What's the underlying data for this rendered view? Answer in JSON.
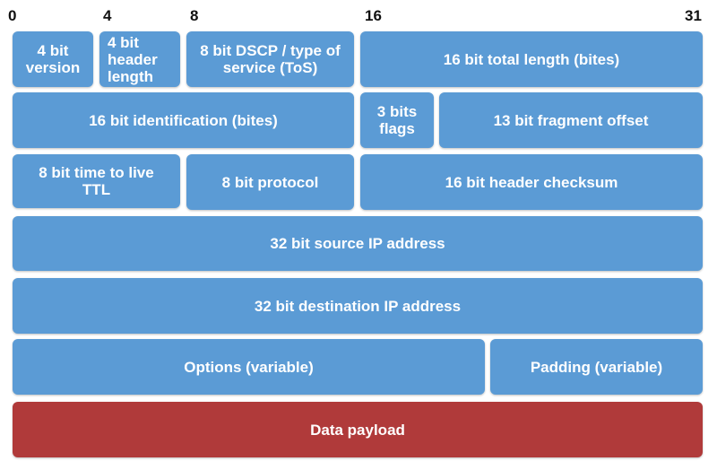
{
  "bit_scale": [
    "0",
    "4",
    "8",
    "16",
    "31"
  ],
  "fields": {
    "version": "4 bit version",
    "header_length": "4 bit header length",
    "dscp": "8 bit DSCP / type of service (ToS)",
    "total_length": "16 bit total length (bites)",
    "identification": "16 bit identification (bites)",
    "flags": "3 bits flags",
    "fragment_offset": "13 bit fragment offset",
    "ttl": "8 bit time to live TTL",
    "protocol": "8 bit protocol",
    "header_checksum": "16 bit header checksum",
    "source_ip": "32 bit source IP address",
    "destination_ip": "32 bit destination IP address",
    "options": "Options (variable)",
    "padding": "Padding (variable)",
    "payload": "Data payload"
  },
  "colors": {
    "header_field": "#5b9bd5",
    "payload": "#b03a3a",
    "text": "#ffffff"
  }
}
